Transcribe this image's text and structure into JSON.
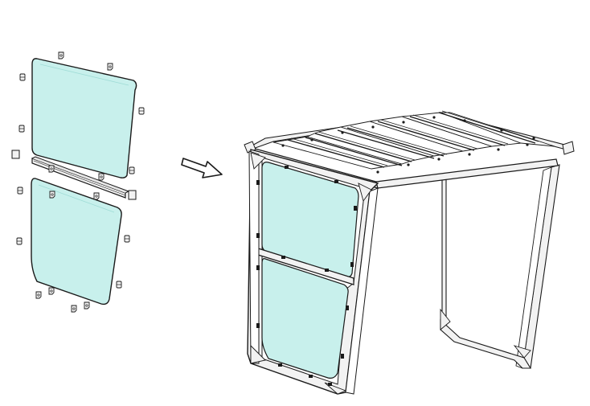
{
  "colors": {
    "background": "#ffffff",
    "line": "#1a1a1a",
    "glass_fill": "#c8f0ec",
    "glass_fill_light": "#d6f6f2",
    "hardware_fill": "#f2f2f2",
    "arrow_fill": "#ffffff"
  },
  "diagram": {
    "type": "exploded-assembly-illustration",
    "parts": [
      "upper-glass-panel",
      "lower-glass-panel",
      "center-mounting-bar",
      "mounting-clips",
      "assembly-arrow",
      "frame-structure",
      "roof-panels"
    ]
  }
}
